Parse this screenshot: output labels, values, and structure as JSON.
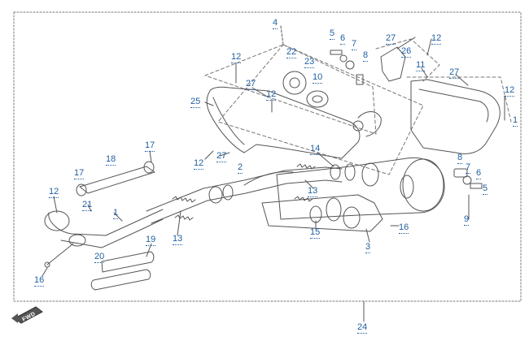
{
  "diagram": {
    "colors": {
      "line": "#555555",
      "label": "#1f5fa0",
      "frame": "#888888"
    },
    "direction_badge": "FWD",
    "labels": [
      {
        "id": "l4",
        "text": "4"
      },
      {
        "id": "l5",
        "text": "5"
      },
      {
        "id": "l6a",
        "text": "6"
      },
      {
        "id": "l7a",
        "text": "7"
      },
      {
        "id": "l8a",
        "text": "8"
      },
      {
        "id": "l27a",
        "text": "27"
      },
      {
        "id": "l12a",
        "text": "12"
      },
      {
        "id": "l26",
        "text": "26"
      },
      {
        "id": "l11",
        "text": "11"
      },
      {
        "id": "l27b",
        "text": "27"
      },
      {
        "id": "l12b",
        "text": "12"
      },
      {
        "id": "l1a",
        "text": "1"
      },
      {
        "id": "l12c",
        "text": "12"
      },
      {
        "id": "l22",
        "text": "22"
      },
      {
        "id": "l23",
        "text": "23"
      },
      {
        "id": "l10",
        "text": "10"
      },
      {
        "id": "l27c",
        "text": "27"
      },
      {
        "id": "l12d",
        "text": "12"
      },
      {
        "id": "l25",
        "text": "25"
      },
      {
        "id": "l17a",
        "text": "17"
      },
      {
        "id": "l18",
        "text": "18"
      },
      {
        "id": "l12e",
        "text": "12"
      },
      {
        "id": "l27d",
        "text": "27"
      },
      {
        "id": "l14",
        "text": "14"
      },
      {
        "id": "l2",
        "text": "2"
      },
      {
        "id": "l17b",
        "text": "17"
      },
      {
        "id": "l12f",
        "text": "12"
      },
      {
        "id": "l21",
        "text": "21"
      },
      {
        "id": "l1b",
        "text": "1"
      },
      {
        "id": "l13a",
        "text": "13"
      },
      {
        "id": "l13b",
        "text": "13"
      },
      {
        "id": "l8b",
        "text": "8"
      },
      {
        "id": "l7b",
        "text": "7"
      },
      {
        "id": "l6b",
        "text": "6"
      },
      {
        "id": "l5b",
        "text": "5"
      },
      {
        "id": "l9",
        "text": "9"
      },
      {
        "id": "l16a",
        "text": "16"
      },
      {
        "id": "l15",
        "text": "15"
      },
      {
        "id": "l3",
        "text": "3"
      },
      {
        "id": "l19",
        "text": "19"
      },
      {
        "id": "l20",
        "text": "20"
      },
      {
        "id": "l16b",
        "text": "16"
      },
      {
        "id": "l24",
        "text": "24"
      }
    ]
  }
}
